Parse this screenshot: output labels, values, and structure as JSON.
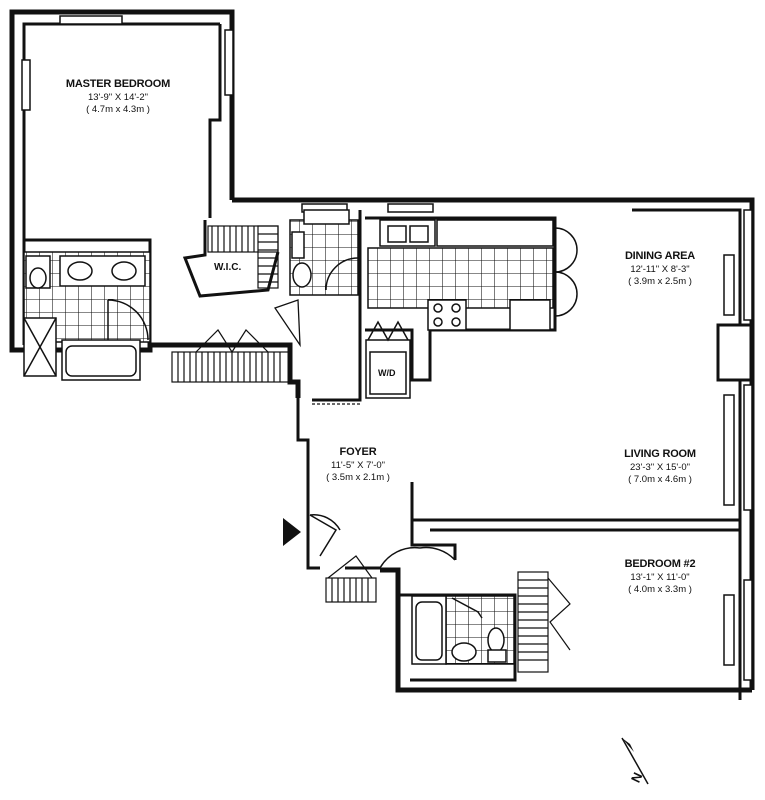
{
  "rooms": {
    "master_bedroom": {
      "name": "MASTER BEDROOM",
      "dim_ft": "13'-9\" X 14'-2\"",
      "dim_m": "( 4.7m x 4.3m )"
    },
    "wic": {
      "name": "W.I.C."
    },
    "dining": {
      "name": "DINING AREA",
      "dim_ft": "12'-11\" X 8'-3\"",
      "dim_m": "( 3.9m x 2.5m )"
    },
    "wd": {
      "name": "W/D"
    },
    "foyer": {
      "name": "FOYER",
      "dim_ft": "11'-5\" X 7'-0\"",
      "dim_m": "( 3.5m x 2.1m )"
    },
    "living": {
      "name": "LIVING ROOM",
      "dim_ft": "23'-3\" X 15'-0\"",
      "dim_m": "( 7.0m x 4.6m )"
    },
    "bedroom2": {
      "name": "BEDROOM #2",
      "dim_ft": "13'-1\" X 11'-0\"",
      "dim_m": "( 4.0m x 3.3m )"
    }
  },
  "compass": {
    "letter": "N"
  },
  "colors": {
    "line": "#111111",
    "background": "#ffffff"
  }
}
